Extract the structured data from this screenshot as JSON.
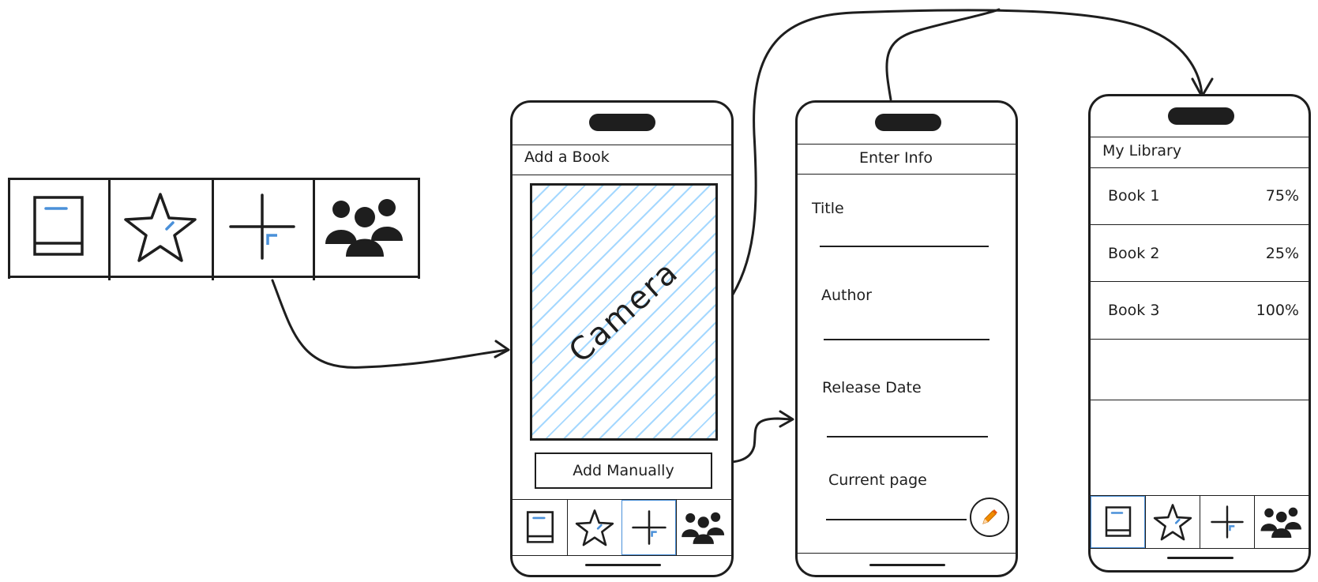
{
  "nav_bar": {
    "items": [
      {
        "icon": "book-icon"
      },
      {
        "icon": "star-icon"
      },
      {
        "icon": "plus-icon"
      },
      {
        "icon": "people-icon"
      }
    ]
  },
  "screens": {
    "add_book": {
      "title": "Add a Book",
      "camera_label": "Camera",
      "add_manually_label": "Add Manually",
      "active_tab": "plus-icon"
    },
    "enter_info": {
      "title": "Enter Info",
      "fields": [
        "Title",
        "Author",
        "Release Date",
        "Current page"
      ],
      "fab_icon": "pencil-icon"
    },
    "my_library": {
      "title": "My Library",
      "books": [
        {
          "name": "Book 1",
          "progress": "75%"
        },
        {
          "name": "Book 2",
          "progress": "25%"
        },
        {
          "name": "Book 3",
          "progress": "100%"
        }
      ],
      "active_tab": "book-icon"
    }
  },
  "colors": {
    "stroke": "#1e1e1e",
    "accent": "#4a90d9",
    "hatch": "#a5d8ff",
    "pencil": "#f08c00"
  }
}
